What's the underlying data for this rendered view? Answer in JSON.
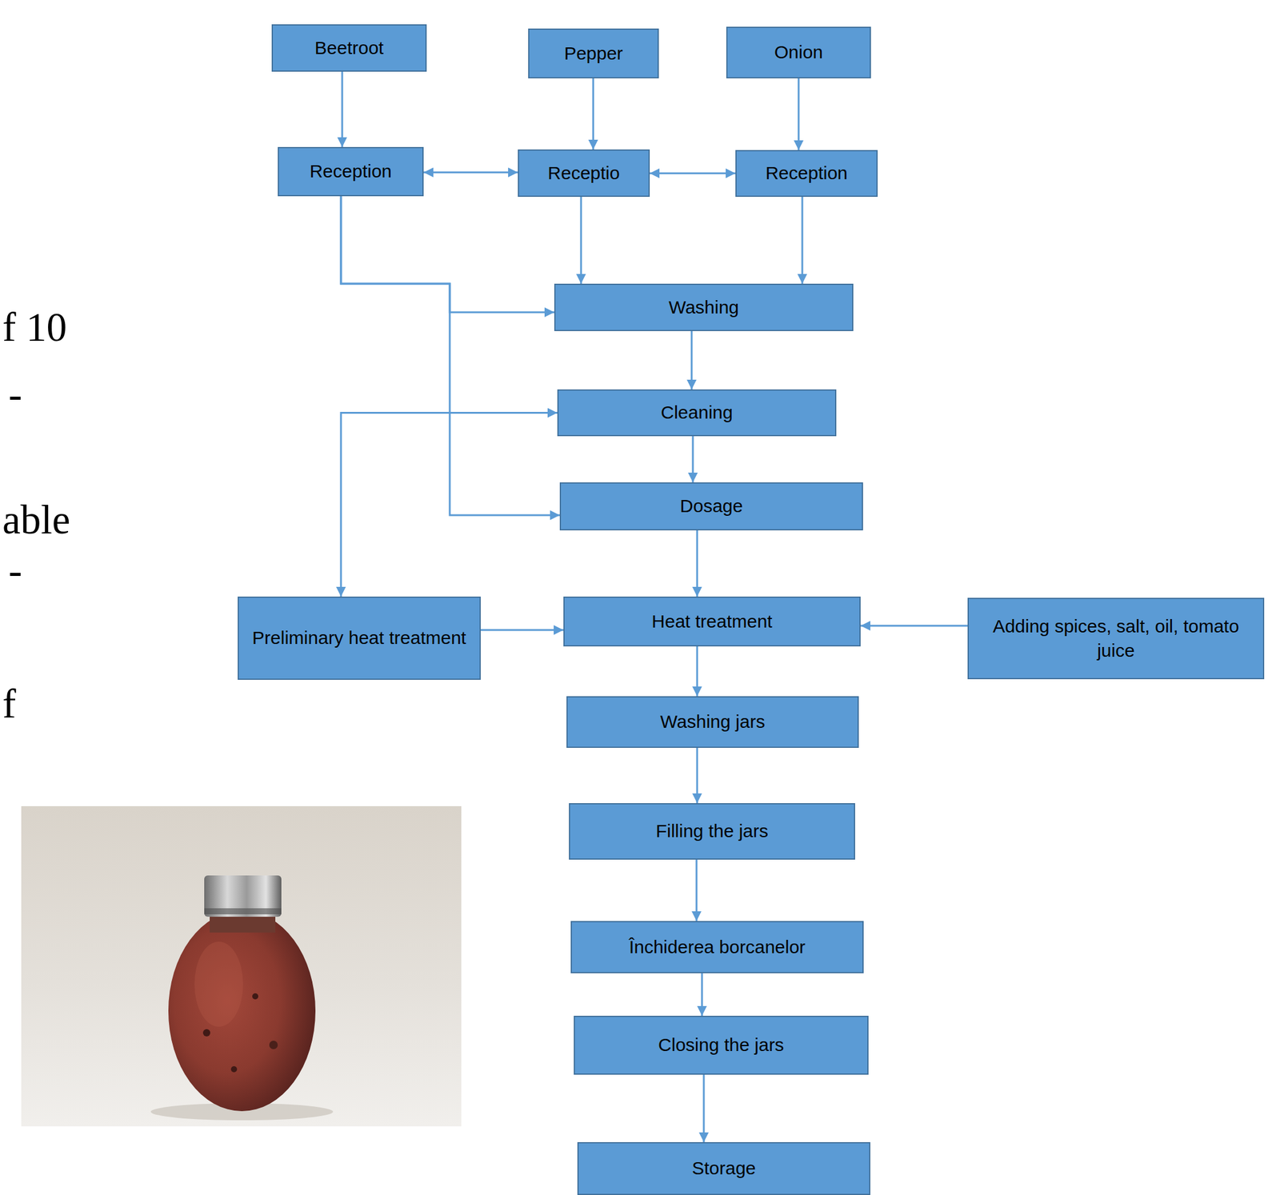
{
  "diagram": {
    "nodes": [
      {
        "text": [
          "Beetroot"
        ]
      },
      {
        "text": [
          "Pepper"
        ]
      },
      {
        "text": [
          "Onion"
        ]
      },
      {
        "text": [
          "Reception"
        ]
      },
      {
        "text": [
          "Receptio"
        ]
      },
      {
        "text": [
          "Reception"
        ]
      },
      {
        "text": [
          "Washing"
        ]
      },
      {
        "text": [
          "Cleaning"
        ]
      },
      {
        "text": [
          "Dosage"
        ]
      },
      {
        "text": [
          "Preliminary heat treatment"
        ]
      },
      {
        "text": [
          "Heat treatment"
        ]
      },
      {
        "text": [
          "Adding spices, salt, oil, tomato juice"
        ]
      },
      {
        "text": [
          "Washing jars"
        ]
      },
      {
        "text": [
          "Filling the jars"
        ]
      },
      {
        "text": [
          "Închiderea borcanelor"
        ]
      },
      {
        "text": [
          "Closing the jars"
        ]
      },
      {
        "text": [
          "Storage"
        ]
      }
    ],
    "edges": [
      {
        "from": 0,
        "to": 3,
        "arrow": "to"
      },
      {
        "from": 1,
        "to": 4,
        "arrow": "to"
      },
      {
        "from": 2,
        "to": 5,
        "arrow": "to"
      },
      {
        "from": 3,
        "to": 4,
        "arrow": "both"
      },
      {
        "from": 4,
        "to": 5,
        "arrow": "both"
      },
      {
        "from": 3,
        "to": 6,
        "arrow": "to"
      },
      {
        "from": 4,
        "to": 6,
        "arrow": "to"
      },
      {
        "from": 5,
        "to": 6,
        "arrow": "to"
      },
      {
        "from": 3,
        "to": 8,
        "arrow": "to"
      },
      {
        "from": 6,
        "to": 7,
        "arrow": "to"
      },
      {
        "from": 7,
        "to": 8,
        "arrow": "to"
      },
      {
        "from": 7,
        "to": 9,
        "arrow": "both"
      },
      {
        "from": 8,
        "to": 10,
        "arrow": "to"
      },
      {
        "from": 9,
        "to": 10,
        "arrow": "to"
      },
      {
        "from": 11,
        "to": 10,
        "arrow": "to"
      },
      {
        "from": 10,
        "to": 12,
        "arrow": "to"
      },
      {
        "from": 12,
        "to": 13,
        "arrow": "to"
      },
      {
        "from": 13,
        "to": 14,
        "arrow": "to"
      },
      {
        "from": 14,
        "to": 15,
        "arrow": "to"
      },
      {
        "from": 15,
        "to": 16,
        "arrow": "to"
      }
    ],
    "labels": [
      "f 10",
      "-",
      "able",
      "-",
      "f"
    ]
  }
}
